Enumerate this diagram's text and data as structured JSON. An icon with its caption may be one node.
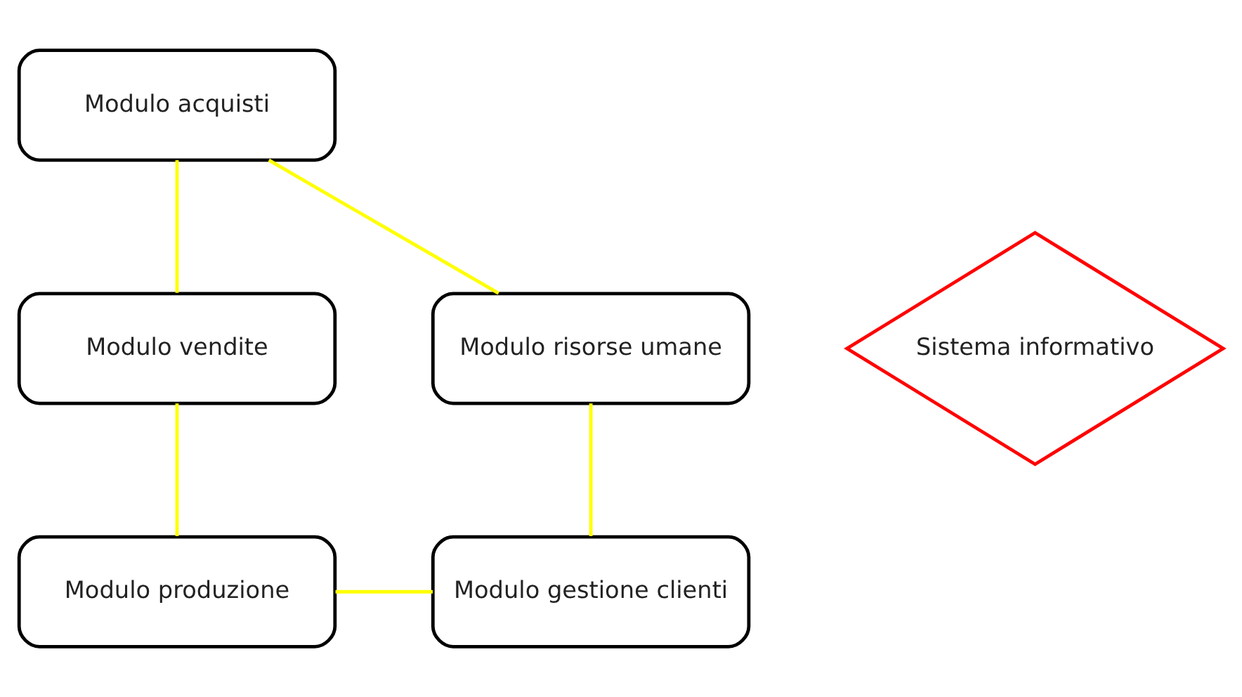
{
  "diagram": {
    "nodes": [
      {
        "text": [
          "Modulo acquisti"
        ]
      },
      {
        "text": [
          "Modulo risorse umane"
        ]
      },
      {
        "text": [
          "Sistema informativo"
        ]
      },
      {
        "text": [
          "Modulo vendite"
        ]
      },
      {
        "text": [
          "Modulo gestione clienti"
        ]
      },
      {
        "text": [
          "Modulo produzione"
        ]
      }
    ],
    "edges": [
      {
        "from": 0,
        "to": 3,
        "arrow": "none"
      },
      {
        "from": 3,
        "to": 5,
        "arrow": "none"
      },
      {
        "from": 5,
        "to": 4,
        "arrow": "none"
      },
      {
        "from": 4,
        "to": 1,
        "arrow": "none"
      },
      {
        "from": 1,
        "to": 0,
        "arrow": "none"
      }
    ]
  }
}
